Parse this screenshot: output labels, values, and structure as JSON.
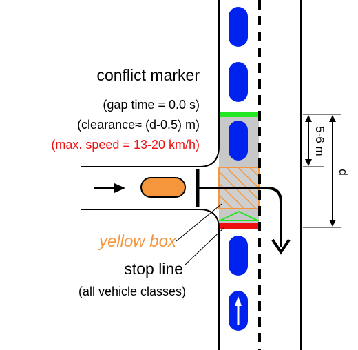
{
  "labels": {
    "conflict_marker": "conflict marker",
    "gap_time": "(gap time = 0.0 s)",
    "clearance": "(clearance≈ (d-0.5) m)",
    "max_speed": "(max. speed = 13-20 km/h)",
    "yellow_box": "yellow box",
    "stop_line": "stop line",
    "all_vehicle_classes": "(all vehicle classes)",
    "dim_5_6m": "5-6 m",
    "dim_d": "d"
  },
  "colors": {
    "vehicle_blue": "#0022ee",
    "vehicle_orange": "#f5963c",
    "conflict_marker": "#22e622",
    "stop_line": "#ee1111",
    "speed_text": "#ee1111",
    "yellow_box": "#f5963c",
    "conflict_area": "#c8c8c8"
  }
}
